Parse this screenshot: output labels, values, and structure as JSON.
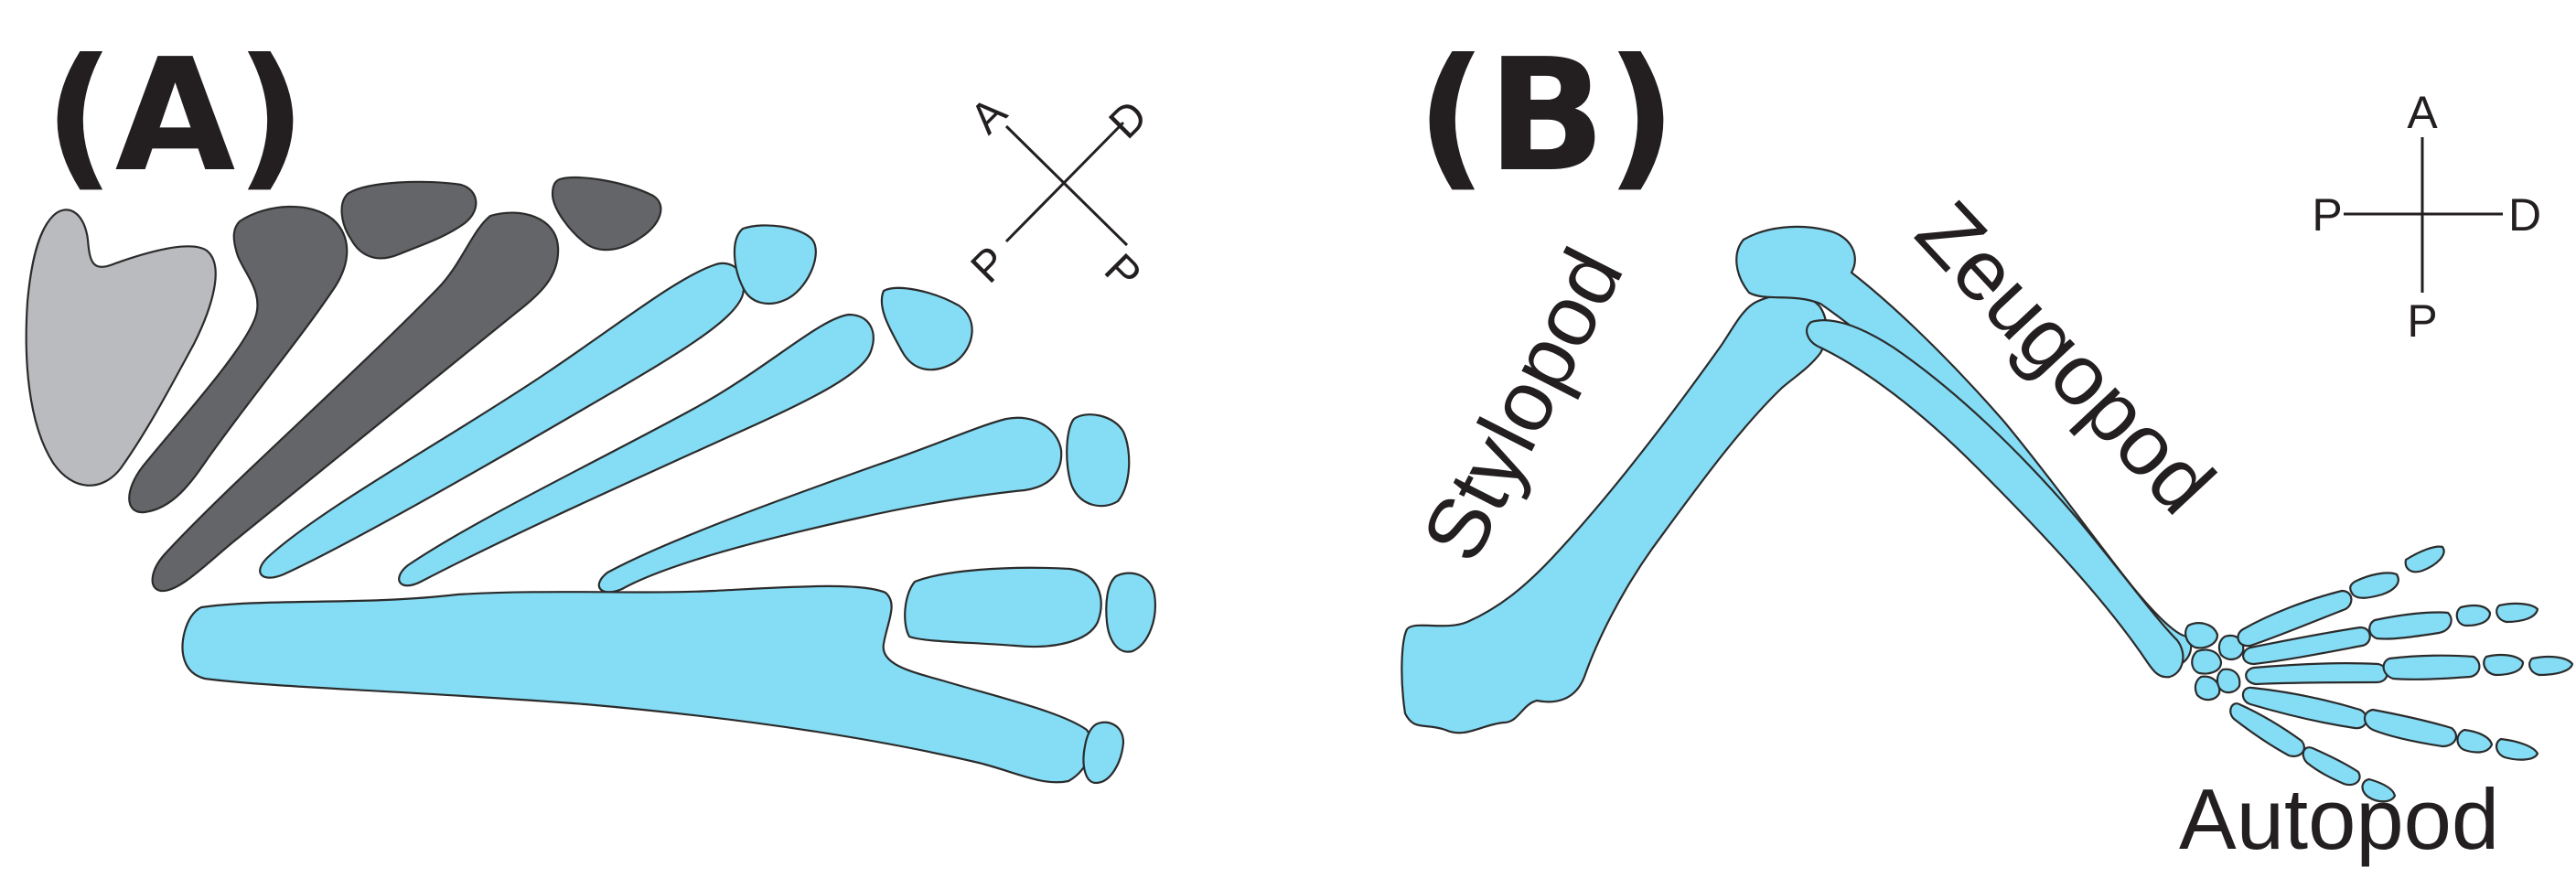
{
  "panel_a": {
    "label": "(A)",
    "axes": {
      "top_left": "A",
      "top_right": "D",
      "bottom_left": "P",
      "bottom_right": "P"
    }
  },
  "panel_b": {
    "label": "(B)",
    "axes": {
      "top": "A",
      "left": "P",
      "right": "D",
      "bottom": "P"
    },
    "regions": {
      "stylopod": "Stylopod",
      "zeugopod": "Zeugopod",
      "autopod": "Autopod"
    }
  },
  "colors": {
    "derived_bone": "#84dcf5",
    "dark_bone": "#646568",
    "light_bone": "#babbbe",
    "outline": "#2b2b2b",
    "text": "#231f20"
  }
}
